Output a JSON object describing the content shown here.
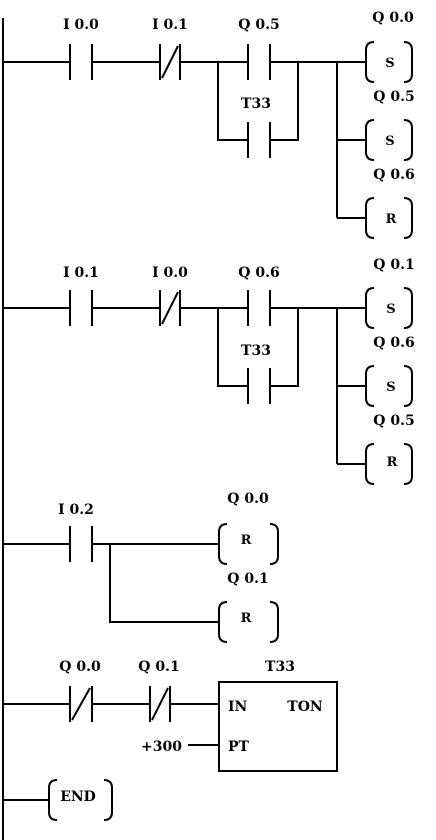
{
  "rungs": [
    {
      "contacts": [
        {
          "label": "I 0.0",
          "type": "NO"
        },
        {
          "label": "I 0.1",
          "type": "NC"
        },
        {
          "label": "Q 0.5",
          "type": "NO"
        },
        {
          "label": "T33",
          "type": "NO"
        }
      ],
      "coils": [
        {
          "label": "Q 0.0",
          "op": "S"
        },
        {
          "label": "Q 0.5",
          "op": "S"
        },
        {
          "label": "Q 0.6",
          "op": "R"
        }
      ]
    },
    {
      "contacts": [
        {
          "label": "I 0.1",
          "type": "NO"
        },
        {
          "label": "I 0.0",
          "type": "NC"
        },
        {
          "label": "Q 0.6",
          "type": "NO"
        },
        {
          "label": "T33",
          "type": "NO"
        }
      ],
      "coils": [
        {
          "label": "Q 0.1",
          "op": "S"
        },
        {
          "label": "Q 0.6",
          "op": "S"
        },
        {
          "label": "Q 0.5",
          "op": "R"
        }
      ]
    },
    {
      "contacts": [
        {
          "label": "I 0.2",
          "type": "NO"
        }
      ],
      "coils": [
        {
          "label": "Q 0.0",
          "op": "R"
        },
        {
          "label": "Q 0.1",
          "op": "R"
        }
      ]
    },
    {
      "contacts": [
        {
          "label": "Q 0.0",
          "type": "NC"
        },
        {
          "label": "Q 0.1",
          "type": "NC"
        }
      ],
      "timer": {
        "name": "T33",
        "type": "TON",
        "in_label": "IN",
        "pt_label": "PT",
        "preset": "+300"
      }
    },
    {
      "end_label": "END"
    }
  ]
}
